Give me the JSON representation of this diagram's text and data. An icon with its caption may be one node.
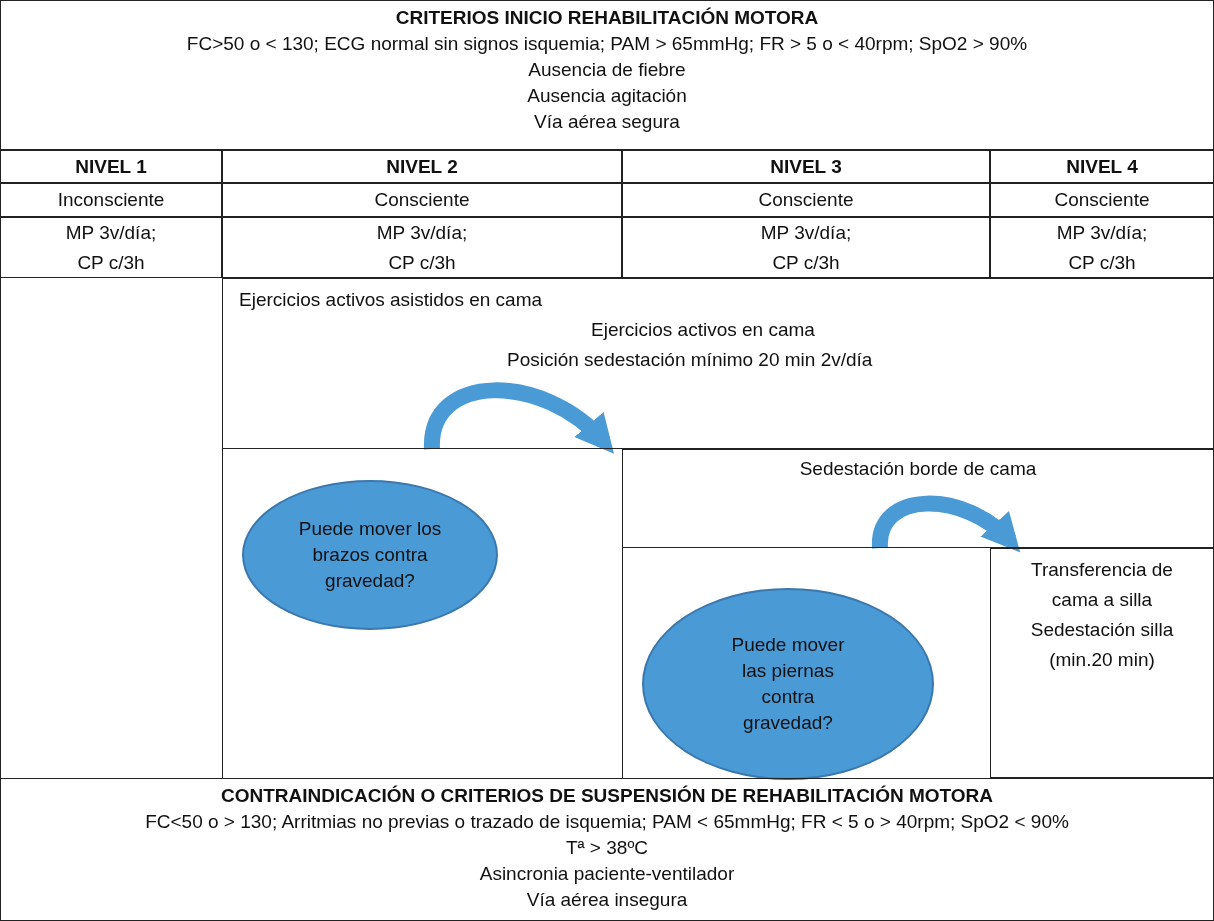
{
  "diagram": {
    "nodes": [
      {
        "text": [
          "CRITERIOS INICIO REHABILITACIÓN MOTORA",
          "FC>50 o < 130; ECG normal sin signos isquemia; PAM > 65mmHg; FR > 5 o < 40rpm; SpO2 > 90%",
          "Ausencia de fiebre",
          "Ausencia agitación",
          "Vía aérea segura"
        ]
      },
      {
        "text": [
          "Ejercicios activos asistidos en cama",
          "Ejercicios activos en cama",
          "Posición sedestación mínimo 20 min 2v/día"
        ]
      },
      {
        "text": [
          "Sedestación borde de cama"
        ]
      },
      {
        "text": [
          "Transferencia de cama a silla",
          "Sedestación silla (min.20 min)"
        ]
      },
      {
        "text": [
          "Puede mover los brazos contra gravedad?"
        ]
      },
      {
        "text": [
          "Puede mover las piernas contra gravedad?"
        ]
      },
      {
        "text": [
          "CONTRAINDICACIÓN O CRITERIOS DE SUSPENSIÓN DE REHABILITACIÓN MOTORA",
          "FC<50 o > 130; Arritmias no previas o trazado de isquemia; PAM < 65mmHg; FR < 5 o > 40rpm; SpO2 < 90%",
          "Tª > 38ºC",
          "Asincronia paciente-ventilador",
          "Vía aérea insegura"
        ]
      }
    ],
    "edges": [
      {
        "from": 1,
        "to": 2,
        "arrow": "to"
      },
      {
        "from": 2,
        "to": 3,
        "arrow": "to"
      }
    ],
    "labels": [
      "NIVEL 1",
      "NIVEL 2",
      "NIVEL 3",
      "NIVEL 4",
      "Inconsciente",
      "Consciente",
      "Consciente",
      "Consciente",
      "MP 3v/día; CP c/3h",
      "MP 3v/día; CP c/3h",
      "MP 3v/día; CP c/3h",
      "MP 3v/día; CP c/3h"
    ]
  }
}
